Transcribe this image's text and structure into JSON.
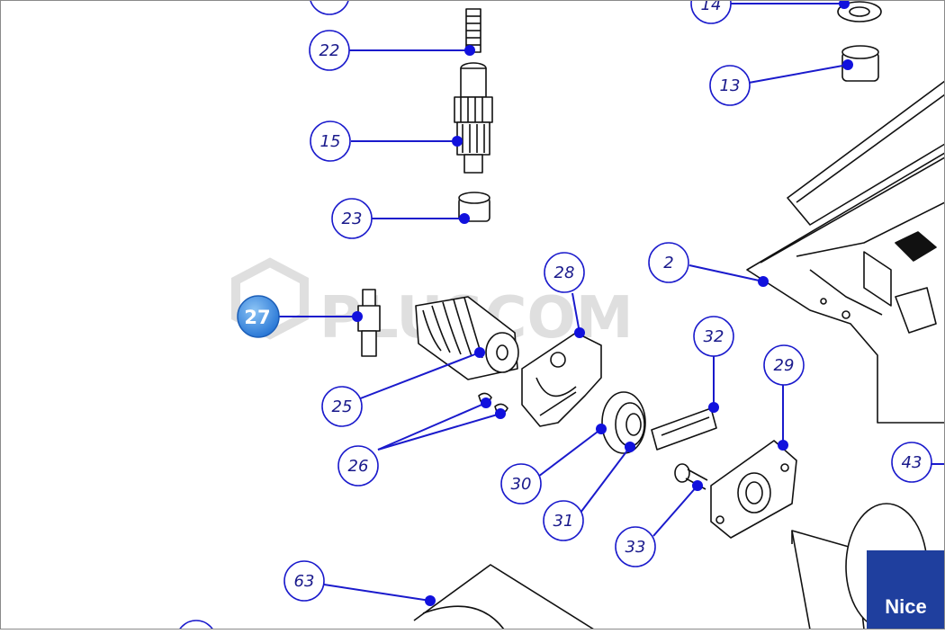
{
  "diagram": {
    "callouts": [
      {
        "id": "22"
      },
      {
        "id": "15"
      },
      {
        "id": "23"
      },
      {
        "id": "14"
      },
      {
        "id": "13"
      },
      {
        "id": "2"
      },
      {
        "id": "28"
      },
      {
        "id": "27"
      },
      {
        "id": "25"
      },
      {
        "id": "26"
      },
      {
        "id": "32"
      },
      {
        "id": "29"
      },
      {
        "id": "30"
      },
      {
        "id": "31"
      },
      {
        "id": "33"
      },
      {
        "id": "43"
      },
      {
        "id": "63"
      }
    ],
    "highlighted": "27",
    "watermark": "PLUSCOM",
    "brand": "Nice",
    "colors": {
      "callout_line": "#1a1acc",
      "callout_text": "#1a1a8c",
      "highlight": "#3a8ee6",
      "brand_bg": "#1f3f9e"
    }
  }
}
